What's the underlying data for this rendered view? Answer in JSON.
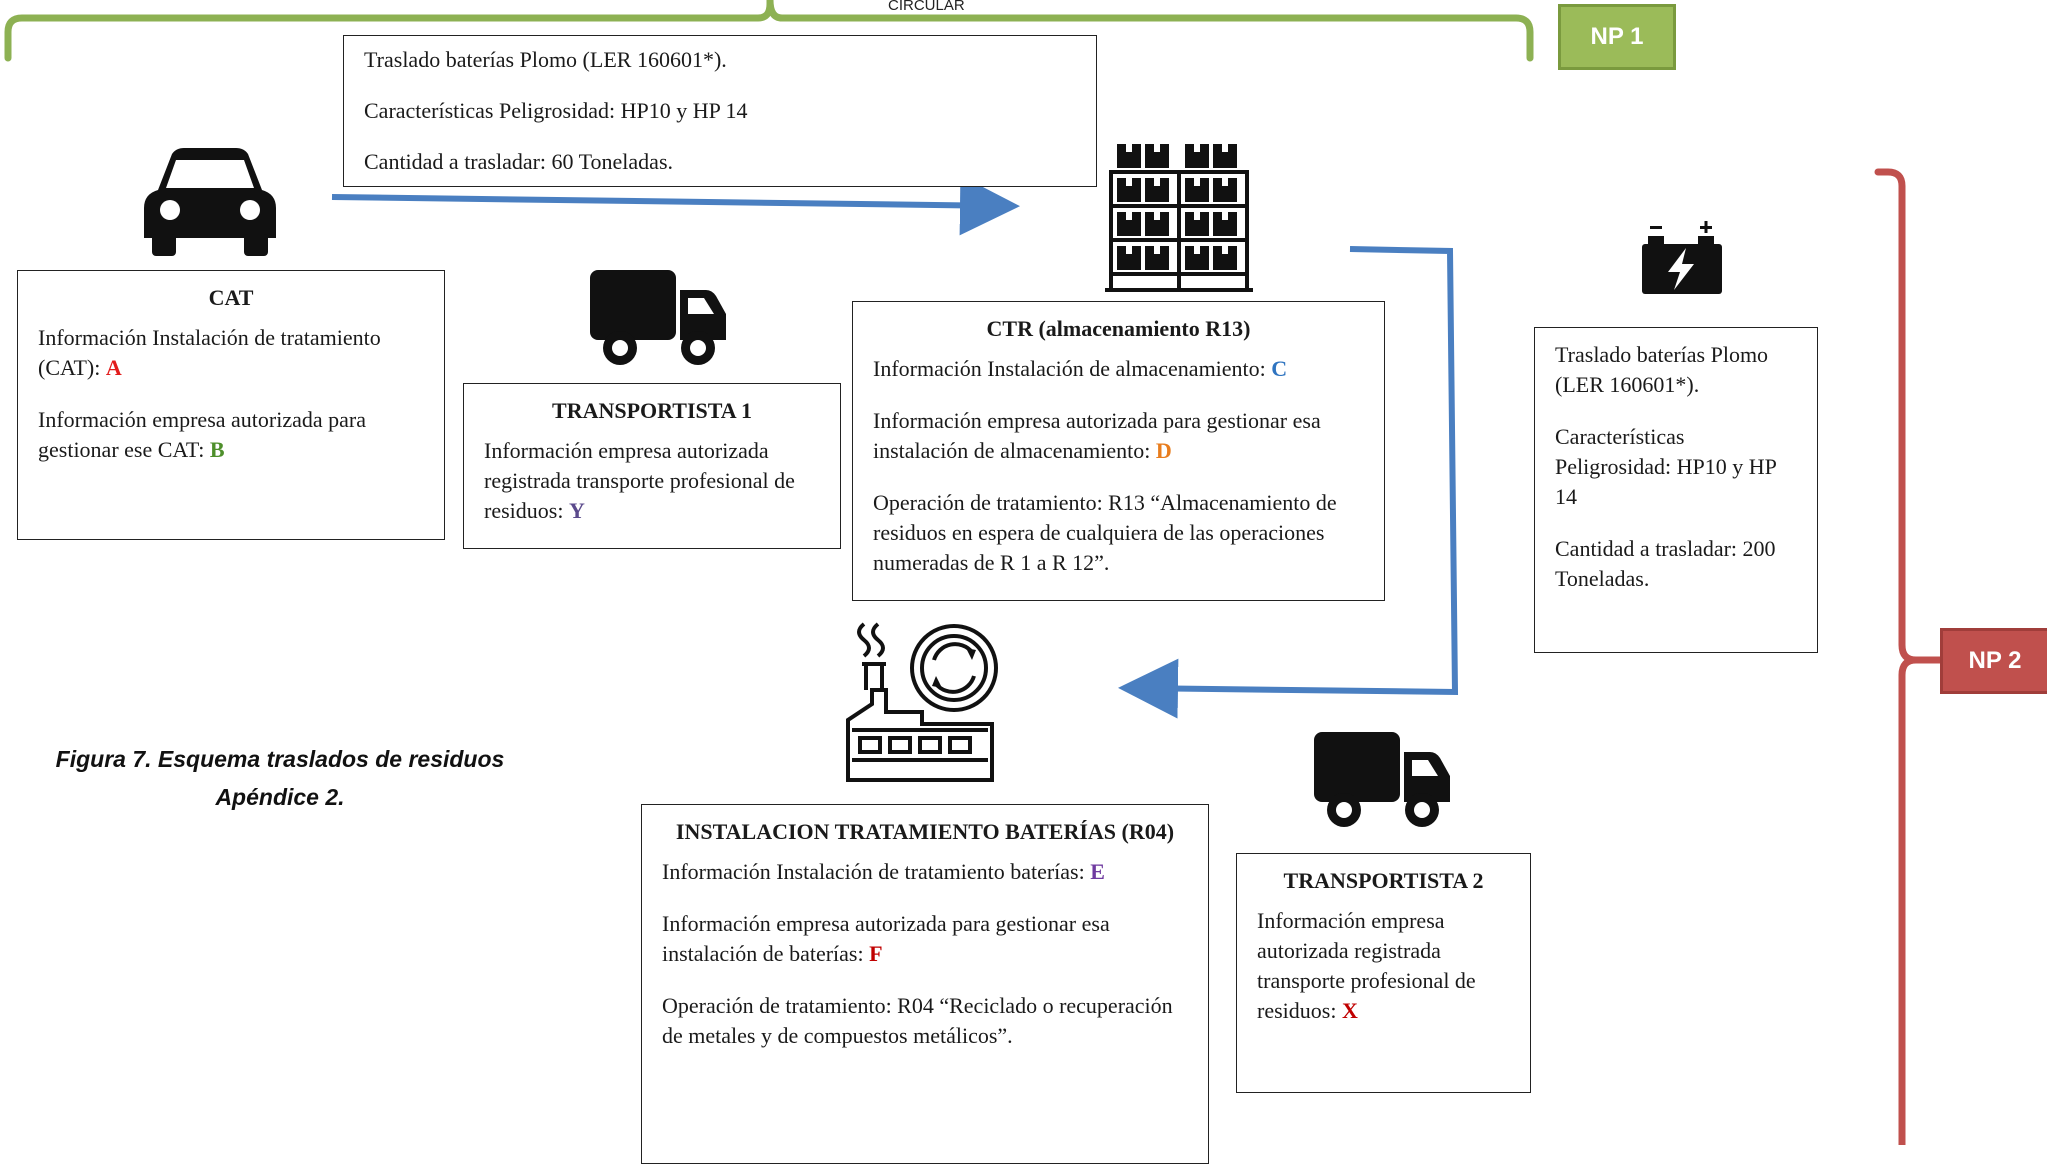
{
  "colors": {
    "green_brace": "#8db153",
    "red_brace": "#c0504d",
    "arrow_blue": "#4a7fc1",
    "code_red": "#e21c1c",
    "code_green": "#4e8f2b",
    "code_blue": "#2f74c0",
    "code_orange": "#e87d1e",
    "code_purple": "#6f3aa0",
    "code_darkred": "#c00000",
    "code_navy": "#5b4a8c"
  },
  "top": {
    "circular_label": "CIRCULAR",
    "np1_label": "NP 1",
    "np2_label": "NP 2"
  },
  "shipment_np1": {
    "line1": "Traslado baterías Plomo (LER 160601*).",
    "line2": "Características Peligrosidad: HP10 y HP 14",
    "line3": "Cantidad a trasladar: 60 Toneladas."
  },
  "cat": {
    "title": "CAT",
    "info1_text": "Información Instalación de tratamiento (CAT): ",
    "info1_code": "A",
    "info2_text": "Información empresa autorizada para gestionar ese CAT: ",
    "info2_code": "B"
  },
  "transportista1": {
    "title": "TRANSPORTISTA 1",
    "info_text": "Información empresa autorizada registrada transporte profesional de residuos: ",
    "info_code": "Y"
  },
  "ctr": {
    "title": "CTR (almacenamiento R13)",
    "info1_text": "Información Instalación de almacenamiento: ",
    "info1_code": "C",
    "info2_text": "Información empresa autorizada para gestionar esa instalación de almacenamiento: ",
    "info2_code": "D",
    "operation": "Operación de tratamiento: R13 “Almacenamiento de residuos en espera de cualquiera de las operaciones numeradas de R 1 a R 12”."
  },
  "shipment_np2": {
    "line1": "Traslado baterías Plomo (LER 160601*).",
    "line2": "Características Peligrosidad: HP10 y HP 14",
    "line3": "Cantidad a trasladar: 200 Toneladas."
  },
  "instalacion": {
    "title": "INSTALACION TRATAMIENTO BATERÍAS (R04)",
    "info1_text": "Información Instalación de tratamiento baterías: ",
    "info1_code": "E",
    "info2_text": "Información empresa autorizada para gestionar esa instalación de baterías: ",
    "info2_code": "F",
    "operation": "Operación de tratamiento: R04 “Reciclado o recuperación de metales y de compuestos metálicos”."
  },
  "transportista2": {
    "title": "TRANSPORTISTA 2",
    "info_text": "Información empresa autorizada registrada transporte profesional de residuos: ",
    "info_code": "X"
  },
  "caption": {
    "line1": "Figura 7. Esquema traslados de residuos",
    "line2": "Apéndice 2."
  },
  "icons": [
    "car-icon",
    "truck-icon",
    "warehouse-shelves-icon",
    "battery-icon",
    "recycling-factory-icon",
    "truck-icon"
  ]
}
